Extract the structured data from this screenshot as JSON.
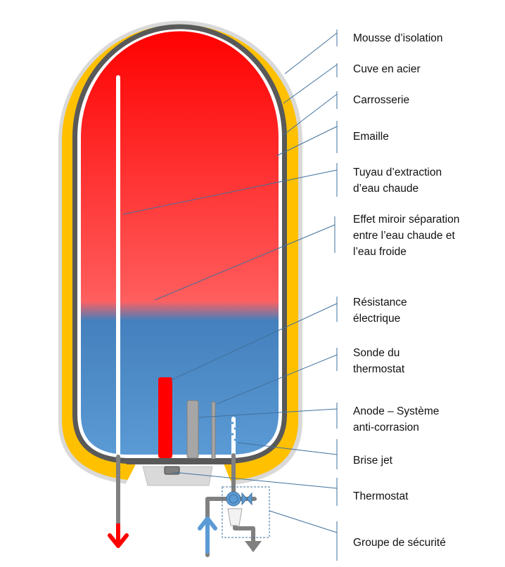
{
  "labels": {
    "mousse": "Mousse d’isolation",
    "cuve": "Cuve en acier",
    "carrosserie": "Carrosserie",
    "emaille": "Emaille",
    "tuyau_1": "Tuyau d’extraction",
    "tuyau_2": "d’eau chaude",
    "miroir_1": "Effet miroir séparation",
    "miroir_2": "entre l’eau chaude et",
    "miroir_3": "l’eau froide",
    "resistance_1": "Résistance",
    "resistance_2": "électrique",
    "sonde_1": "Sonde du",
    "sonde_2": "thermostat",
    "anode_1": "Anode – Système",
    "anode_2": "anti-corrasion",
    "brise": "Brise jet",
    "thermostat": "Thermostat",
    "groupe": "Groupe de sécurité"
  },
  "colors": {
    "insulation": "#ffc000",
    "casing": "#d9d9d9",
    "steel": "#595959",
    "hot": "#ff0000",
    "cold": "#5b9bd5",
    "leader": "#41719c"
  }
}
